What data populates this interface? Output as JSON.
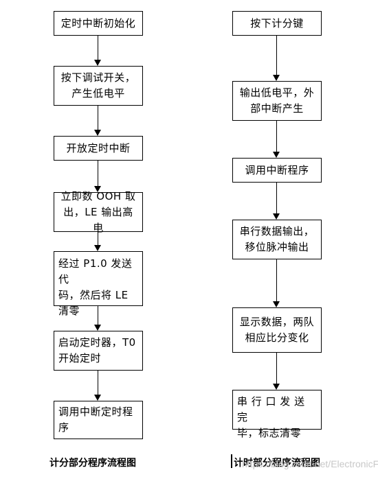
{
  "left_flow": {
    "step1": "定时中断初始化",
    "step2": "按下调试开关，\n产生低电平",
    "step3": "开放定时中断",
    "step4": "立即数 OOH 取\n出，LE 输出高电",
    "step5": "经过 P1.0 发送代\n码，然后将 LE\n清零",
    "step6": "启动定时器，T0\n开始定时",
    "step7": "调用中断定时程\n序",
    "caption": "计分部分程序流程图"
  },
  "right_flow": {
    "step1": "按下计分键",
    "step2": "输出低电平，外\n部中断产生",
    "step3": "调用中断程序",
    "step4": "串行数据输出，\n移位脉冲输出",
    "step5": "显示数据，两队\n相应比分变化",
    "step6": "串 行 口 发 送 完\n毕，标志清零",
    "caption": "计时部分程序流程图"
  },
  "watermark": "https://blog.csdn.net/ElectronicFish"
}
